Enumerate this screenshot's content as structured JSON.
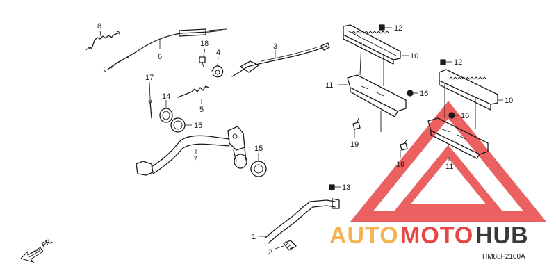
{
  "diagram": {
    "part_labels": {
      "p8": "8",
      "p6": "6",
      "p18": "18",
      "p4": "4",
      "p3": "3",
      "p17": "17",
      "p14": "14",
      "p15a": "15",
      "p5": "5",
      "p7": "7",
      "p15b": "15",
      "p12a": "12",
      "p10a": "10",
      "p11a": "11",
      "p16a": "16",
      "p19a": "19",
      "p12b": "12",
      "p10b": "10",
      "p16b": "16",
      "p19b": "19",
      "p11b": "11",
      "p13": "13",
      "p1": "1",
      "p2": "2"
    },
    "direction_label": "FR.",
    "diagram_code": "HM88F2100A"
  },
  "watermark": {
    "brand_part1": "AUTO",
    "brand_part2": "MOTO",
    "brand_part3": "HUB",
    "color_orange": "#f5b352",
    "color_red": "#e84545",
    "color_dark": "#3a3a3a"
  }
}
